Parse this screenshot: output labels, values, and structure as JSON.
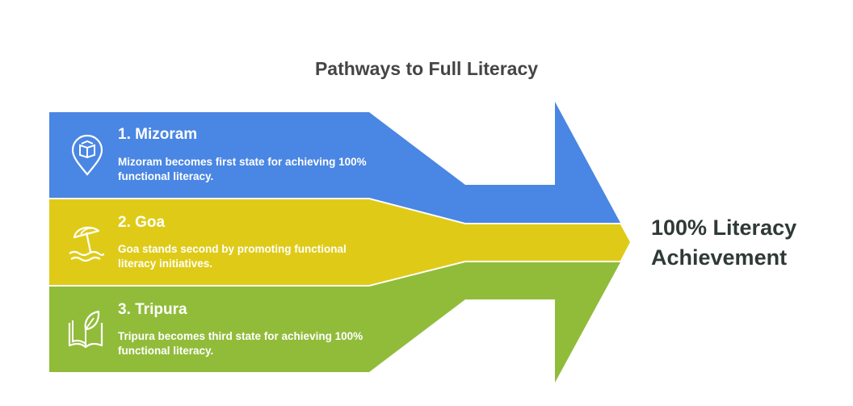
{
  "title": "Pathways to Full Literacy",
  "colors": {
    "blue": "#4A86E3",
    "yellow": "#DFCB17",
    "green": "#91BC3A"
  },
  "steps": [
    {
      "label": "1. Mizoram",
      "description": "Mizoram becomes first state for achieving 100% functional literacy.",
      "icon": "book-location-pin-icon"
    },
    {
      "label": "2. Goa",
      "description": "Goa stands second by promoting functional literacy initiatives.",
      "icon": "beach-umbrella-icon"
    },
    {
      "label": "3. Tripura",
      "description": "Tripura becomes third state for achieving 100% functional literacy.",
      "icon": "open-book-leaf-icon"
    }
  ],
  "outcome": {
    "line1": "100% Literacy",
    "line2": "Achievement"
  }
}
